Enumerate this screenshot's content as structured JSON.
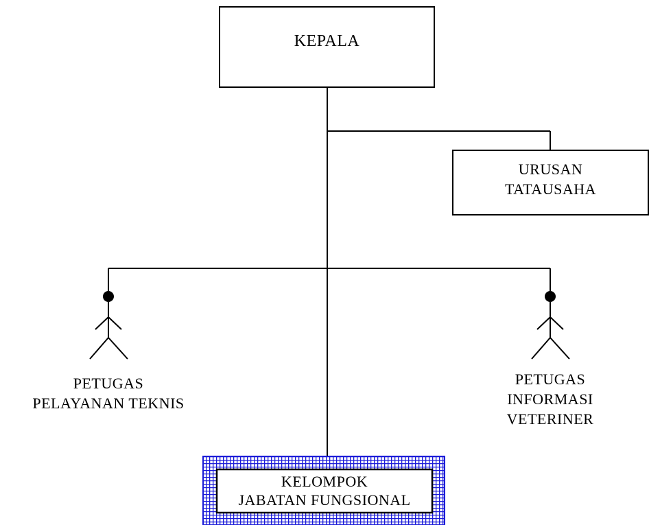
{
  "org_chart": {
    "head": {
      "label": "KEPALA"
    },
    "admin_office": {
      "line1": "URUSAN",
      "line2": "TATAUSAHA"
    },
    "left_officer": {
      "line1": "PETUGAS",
      "line2": "PELAYANAN TEKNIS"
    },
    "right_officer": {
      "line1": "PETUGAS",
      "line2": "INFORMASI",
      "line3": "VETERINER"
    },
    "functional_group": {
      "line1": "KELOMPOK",
      "line2": "JABATAN FUNGSIONAL"
    }
  },
  "colors": {
    "line": "#000000",
    "box_fill": "#ffffff",
    "hatch": "#1a1ad8"
  }
}
